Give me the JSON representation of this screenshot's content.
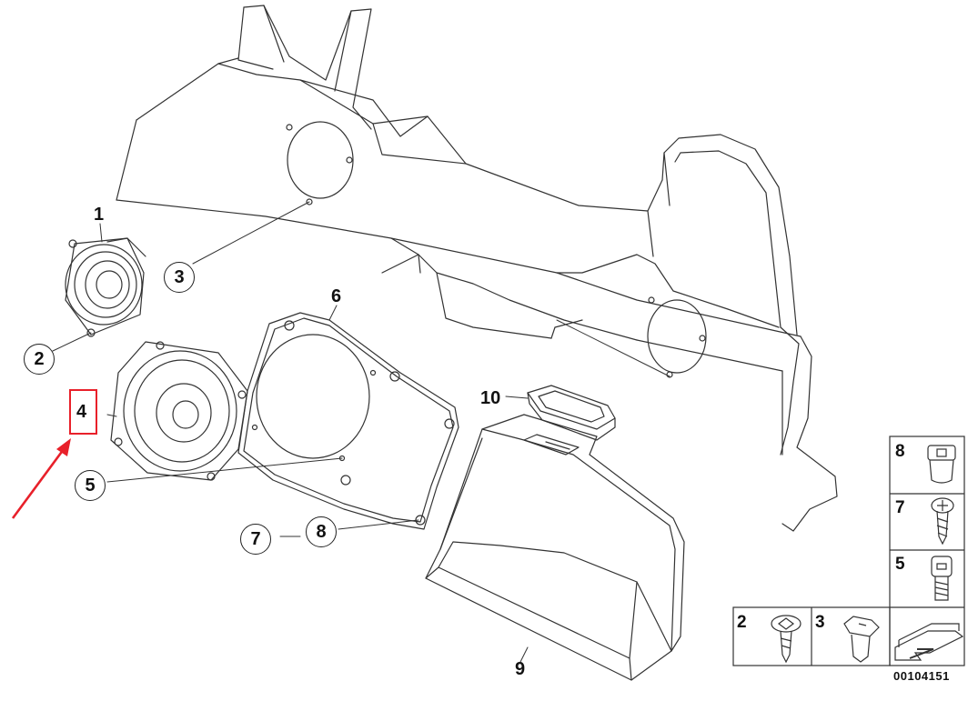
{
  "callouts": {
    "c1": "1",
    "c2": "2",
    "c3": "3",
    "c4": "4",
    "c5": "5",
    "c6": "6",
    "c7": "7",
    "c8": "8",
    "c9": "9",
    "c10": "10"
  },
  "highlight": {
    "part": "4",
    "color": "#e8202a"
  },
  "legend": {
    "items": [
      "8",
      "7",
      "5",
      "2",
      "3"
    ]
  },
  "doc_number": "00104151",
  "colors": {
    "line": "#222222",
    "arrow": "#e8202a",
    "background": "#ffffff"
  }
}
